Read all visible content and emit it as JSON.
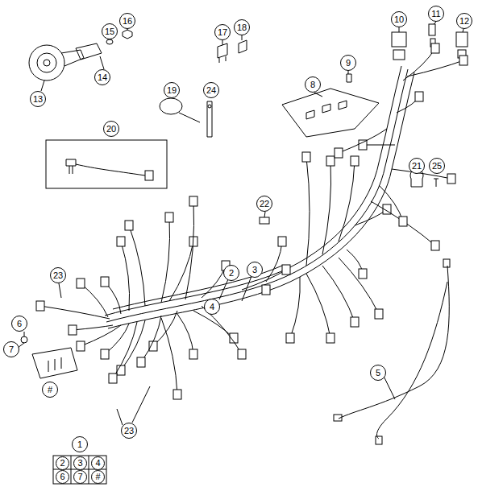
{
  "diagram": {
    "labels": [
      "16",
      "15",
      "14",
      "13",
      "17",
      "18",
      "10",
      "11",
      "12",
      "9",
      "8",
      "19",
      "24",
      "20",
      "21",
      "25",
      "22",
      "2",
      "3",
      "23",
      "6",
      "7",
      "#",
      "4",
      "5",
      "23",
      "1",
      "2",
      "3",
      "4",
      "6",
      "7",
      "#"
    ]
  }
}
